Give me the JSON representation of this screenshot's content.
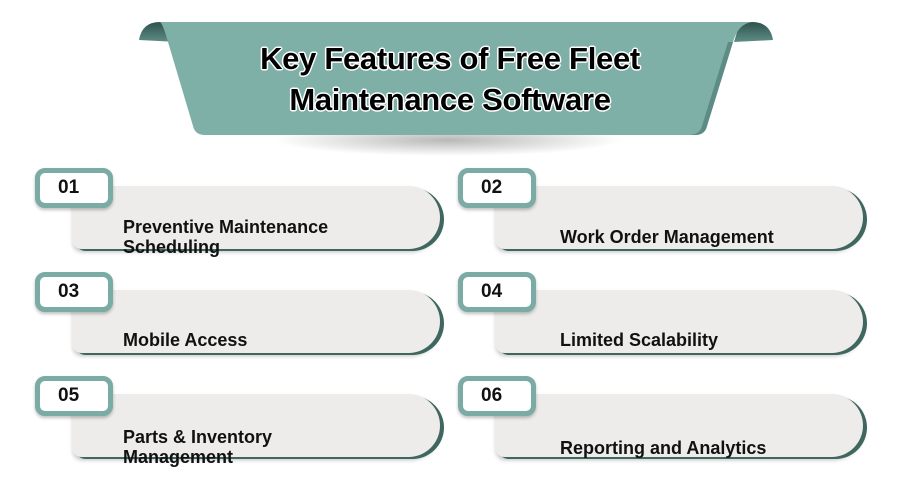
{
  "title": {
    "line1": "Key Features of Free Fleet",
    "line2": "Maintenance Software"
  },
  "colors": {
    "banner": "#7fb0a8",
    "banner_curl": "#3c6660",
    "number_border": "#7aaba4",
    "pill_bg": "#edecea",
    "pill_shadow": "#3f675f"
  },
  "features": [
    {
      "number": "01",
      "label_line1": "Preventive Maintenance",
      "label_line2": "Scheduling"
    },
    {
      "number": "02",
      "label_line1": "Work Order Management",
      "label_line2": ""
    },
    {
      "number": "03",
      "label_line1": "Mobile Access",
      "label_line2": ""
    },
    {
      "number": "04",
      "label_line1": "Limited Scalability",
      "label_line2": ""
    },
    {
      "number": "05",
      "label_line1": "Parts & Inventory",
      "label_line2": "Management"
    },
    {
      "number": "06",
      "label_line1": "Reporting and Analytics",
      "label_line2": ""
    }
  ]
}
